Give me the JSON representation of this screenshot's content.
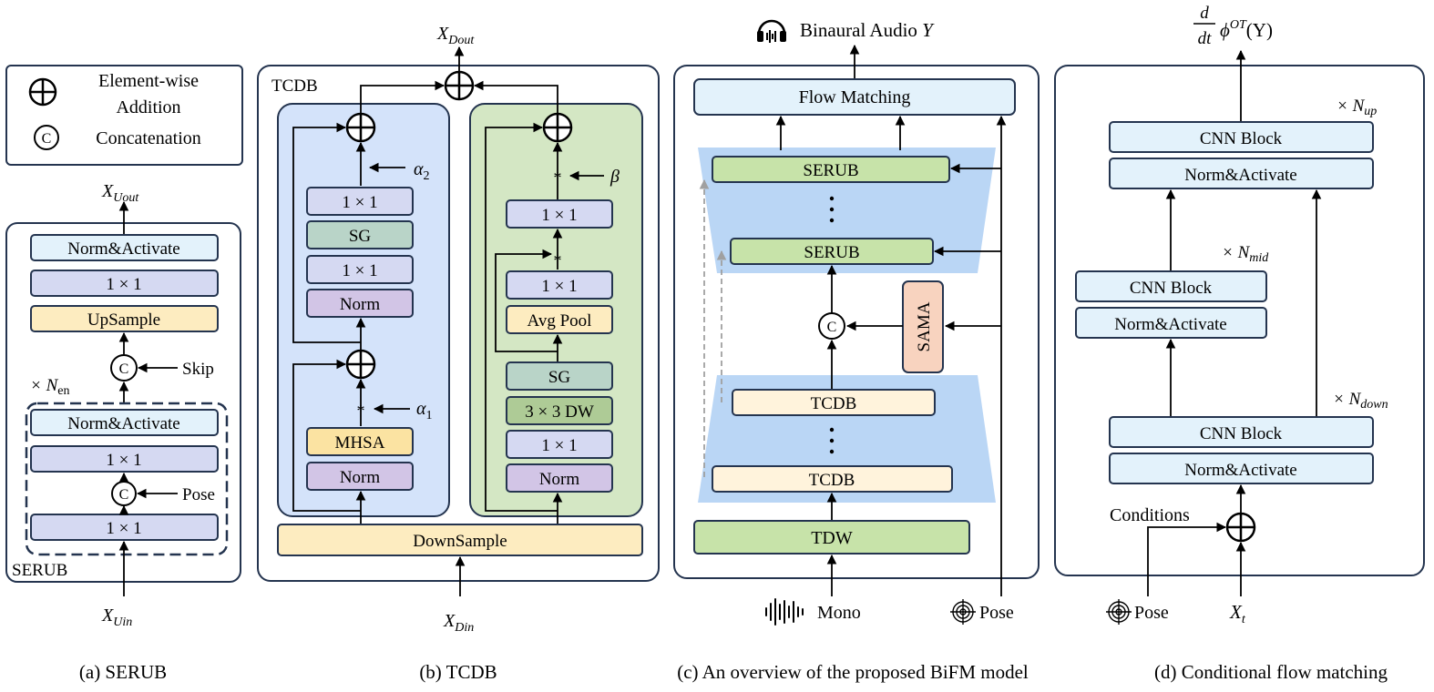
{
  "colors": {
    "light_blue": "#e3f2fb",
    "lavender": "#d5d9f2",
    "cream": "#fdecc0",
    "sand": "#fbe3a2",
    "purple": "#d2c5e6",
    "teal": "#b9d4c8",
    "olive": "#aecb96",
    "green": "#c7e3a9",
    "salmon": "#f8d3bf",
    "panel_blue": "#d4e3fa",
    "panel_green": "#d4e7c4",
    "trapezoid": "#bad6f5",
    "border": "#24344f"
  },
  "legend": {
    "addition_l1": "Element-wise",
    "addition_l2": "Addition",
    "concat": "Concatenation",
    "concat_glyph": "C"
  },
  "serub": {
    "output_base": "X",
    "output_sub": "Uout",
    "norm_act": "Norm&Activate",
    "conv": "1 × 1",
    "upsample": "UpSample",
    "skip": "Skip",
    "repeat_base": "× N",
    "repeat_sub": "en",
    "pose": "Pose",
    "block_label": "SERUB",
    "input_base": "X",
    "input_sub": "Uin",
    "caption": "(a) SERUB"
  },
  "tcdb": {
    "output_base": "X",
    "output_sub": "Dout",
    "block_label": "TCDB",
    "conv": "1 × 1",
    "sg": "SG",
    "norm": "Norm",
    "mhsa": "MHSA",
    "avg_pool": "Avg Pool",
    "dw_conv": "3 × 3 DW",
    "star": "*",
    "alpha": "α",
    "alpha2_sub": "2",
    "alpha1_sub": "1",
    "beta": "β",
    "downsample": "DownSample",
    "input_base": "X",
    "input_sub": "Din",
    "caption": "(b) TCDB"
  },
  "bifm": {
    "output": "Binaural Audio",
    "output_var": "Y",
    "flow_matching": "Flow Matching",
    "serub": "SERUB",
    "tcdb": "TCDB",
    "tdw": "TDW",
    "sama": "SAMA",
    "mono": "Mono",
    "pose": "Pose",
    "caption": "(c) An overview of the proposed BiFM model"
  },
  "cfm": {
    "derivative_num": "d",
    "derivative_den": "dt",
    "phi": "ϕ",
    "phi_sup": "OT",
    "phi_arg": "(Y)",
    "cnn_block": "CNN Block",
    "norm_act": "Norm&Activate",
    "repeat_base": "× N",
    "up_sub": "up",
    "mid_sub": "mid",
    "down_sub": "down",
    "conditions": "Conditions",
    "pose": "Pose",
    "input_base": "X",
    "input_sub": "t",
    "caption": "(d) Conditional flow matching"
  }
}
